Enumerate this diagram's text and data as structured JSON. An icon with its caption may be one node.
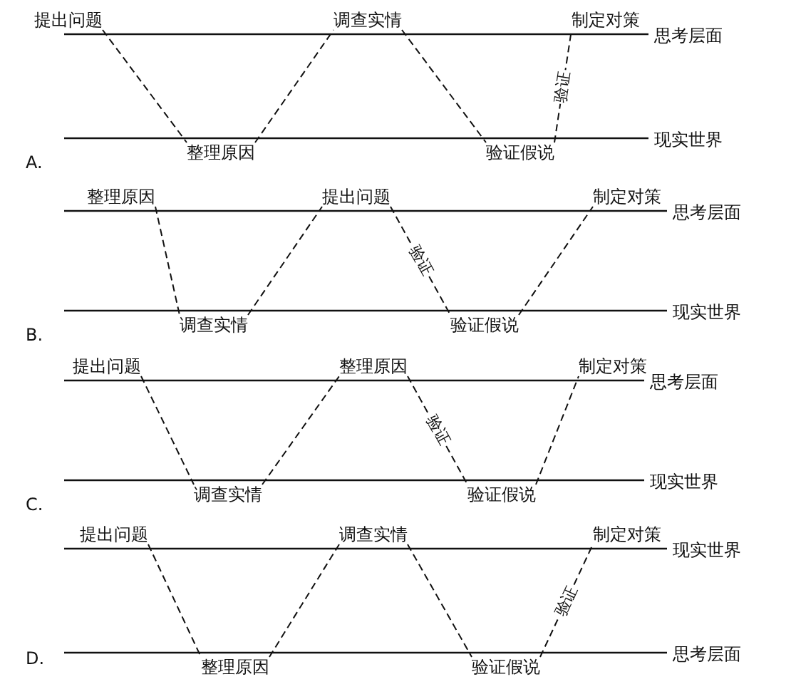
{
  "diagram": {
    "nodes": [
      {
        "text": [
          "提出问题"
        ]
      },
      {
        "text": [
          "调查实情"
        ]
      },
      {
        "text": [
          "制定对策"
        ]
      },
      {
        "text": [
          "整理原因"
        ]
      },
      {
        "text": [
          "验证假说"
        ]
      },
      {
        "text": [
          "整理原因"
        ]
      },
      {
        "text": [
          "提出问题"
        ]
      },
      {
        "text": [
          "制定对策"
        ]
      },
      {
        "text": [
          "调查实情"
        ]
      },
      {
        "text": [
          "验证假说"
        ]
      },
      {
        "text": [
          "提出问题"
        ]
      },
      {
        "text": [
          "整理原因"
        ]
      },
      {
        "text": [
          "制定对策"
        ]
      },
      {
        "text": [
          "调查实情"
        ]
      },
      {
        "text": [
          "验证假说"
        ]
      },
      {
        "text": [
          "提出问题"
        ]
      },
      {
        "text": [
          "调查实情"
        ]
      },
      {
        "text": [
          "制定对策"
        ]
      },
      {
        "text": [
          "整理原因"
        ]
      },
      {
        "text": [
          "验证假说"
        ]
      }
    ],
    "edges": [
      {
        "from": 0,
        "to": 3,
        "arrow": "none",
        "style": "dashed"
      },
      {
        "from": 3,
        "to": 1,
        "arrow": "none",
        "style": "dashed"
      },
      {
        "from": 1,
        "to": 4,
        "arrow": "none",
        "style": "dashed"
      },
      {
        "from": 4,
        "to": 2,
        "arrow": "none",
        "style": "dashed",
        "label": "验证"
      },
      {
        "from": 5,
        "to": 8,
        "arrow": "none",
        "style": "dashed"
      },
      {
        "from": 8,
        "to": 6,
        "arrow": "none",
        "style": "dashed"
      },
      {
        "from": 6,
        "to": 9,
        "arrow": "none",
        "style": "dashed",
        "label": "验证"
      },
      {
        "from": 9,
        "to": 7,
        "arrow": "none",
        "style": "dashed"
      },
      {
        "from": 10,
        "to": 13,
        "arrow": "none",
        "style": "dashed"
      },
      {
        "from": 13,
        "to": 11,
        "arrow": "none",
        "style": "dashed"
      },
      {
        "from": 11,
        "to": 14,
        "arrow": "none",
        "style": "dashed",
        "label": "验证"
      },
      {
        "from": 14,
        "to": 12,
        "arrow": "none",
        "style": "dashed"
      },
      {
        "from": 15,
        "to": 18,
        "arrow": "none",
        "style": "dashed"
      },
      {
        "from": 18,
        "to": 16,
        "arrow": "none",
        "style": "dashed"
      },
      {
        "from": 16,
        "to": 19,
        "arrow": "none",
        "style": "dashed"
      },
      {
        "from": 19,
        "to": 17,
        "arrow": "none",
        "style": "dashed",
        "label": "验证"
      }
    ],
    "labels": [
      "思考层面",
      "现实世界",
      "A.",
      "思考层面",
      "现实世界",
      "B.",
      "思考层面",
      "现实世界",
      "C.",
      "现实世界",
      "思考层面",
      "D."
    ]
  }
}
